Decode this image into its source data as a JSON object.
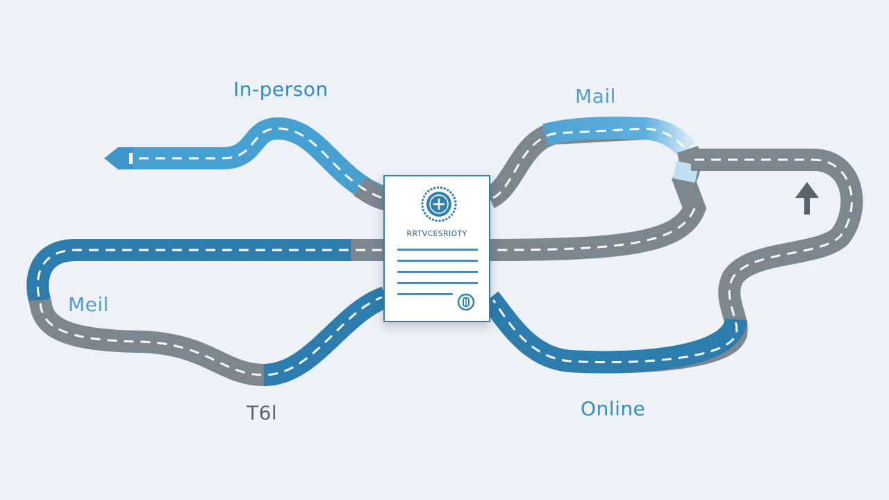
{
  "labels": {
    "top_left": "In-person",
    "top_right": "Mail",
    "left": "Meil",
    "bottom_left": "T6l",
    "bottom_right": "Online"
  },
  "document": {
    "heading": "RRTVCESRIOTY"
  },
  "colors": {
    "background": "#eef2f6",
    "road_blue": "#3f96c9",
    "road_blue_dark": "#2c7cae",
    "road_gray": "#7b868f",
    "dash": "#ffffff",
    "label_blue": "#2f8cc4",
    "label_blue_light": "#4f9fcc",
    "label_gray": "#5a646c",
    "document_border": "#2f7fb0"
  },
  "icons": {
    "document_seal": "seal-icon",
    "document_stamp": "stamp-icon",
    "arrow": "up-arrow-icon",
    "road_start": "arrow-tip-icon"
  }
}
